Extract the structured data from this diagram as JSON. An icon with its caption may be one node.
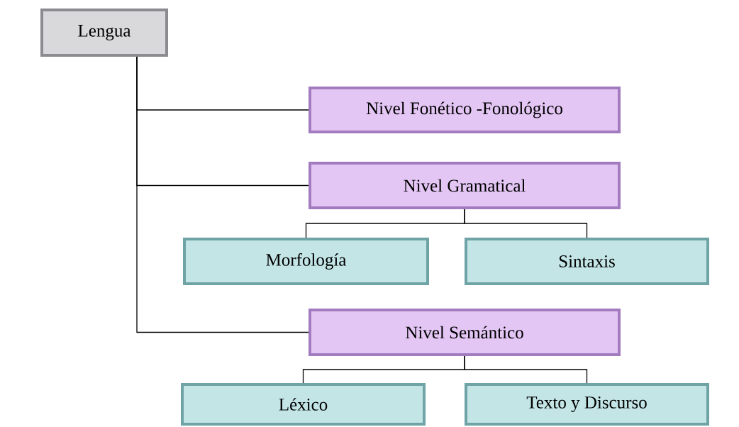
{
  "diagram": {
    "nodes": [
      {
        "text": [
          "Lengua"
        ]
      },
      {
        "text": [
          "Nivel Fonético -Fonológico"
        ]
      },
      {
        "text": [
          "Nivel Gramatical"
        ]
      },
      {
        "text": [
          "Morfología"
        ]
      },
      {
        "text": [
          "Sintaxis"
        ]
      },
      {
        "text": [
          "Nivel Semántico"
        ]
      },
      {
        "text": [
          "Léxico"
        ]
      },
      {
        "text": [
          "Texto y Discurso"
        ]
      }
    ],
    "edges": [
      {
        "from": 0,
        "to": 1,
        "arrow": "none"
      },
      {
        "from": 0,
        "to": 2,
        "arrow": "none"
      },
      {
        "from": 0,
        "to": 5,
        "arrow": "none"
      },
      {
        "from": 2,
        "to": 3,
        "arrow": "none"
      },
      {
        "from": 2,
        "to": 4,
        "arrow": "none"
      },
      {
        "from": 5,
        "to": 6,
        "arrow": "none"
      },
      {
        "from": 5,
        "to": 7,
        "arrow": "none"
      }
    ]
  }
}
